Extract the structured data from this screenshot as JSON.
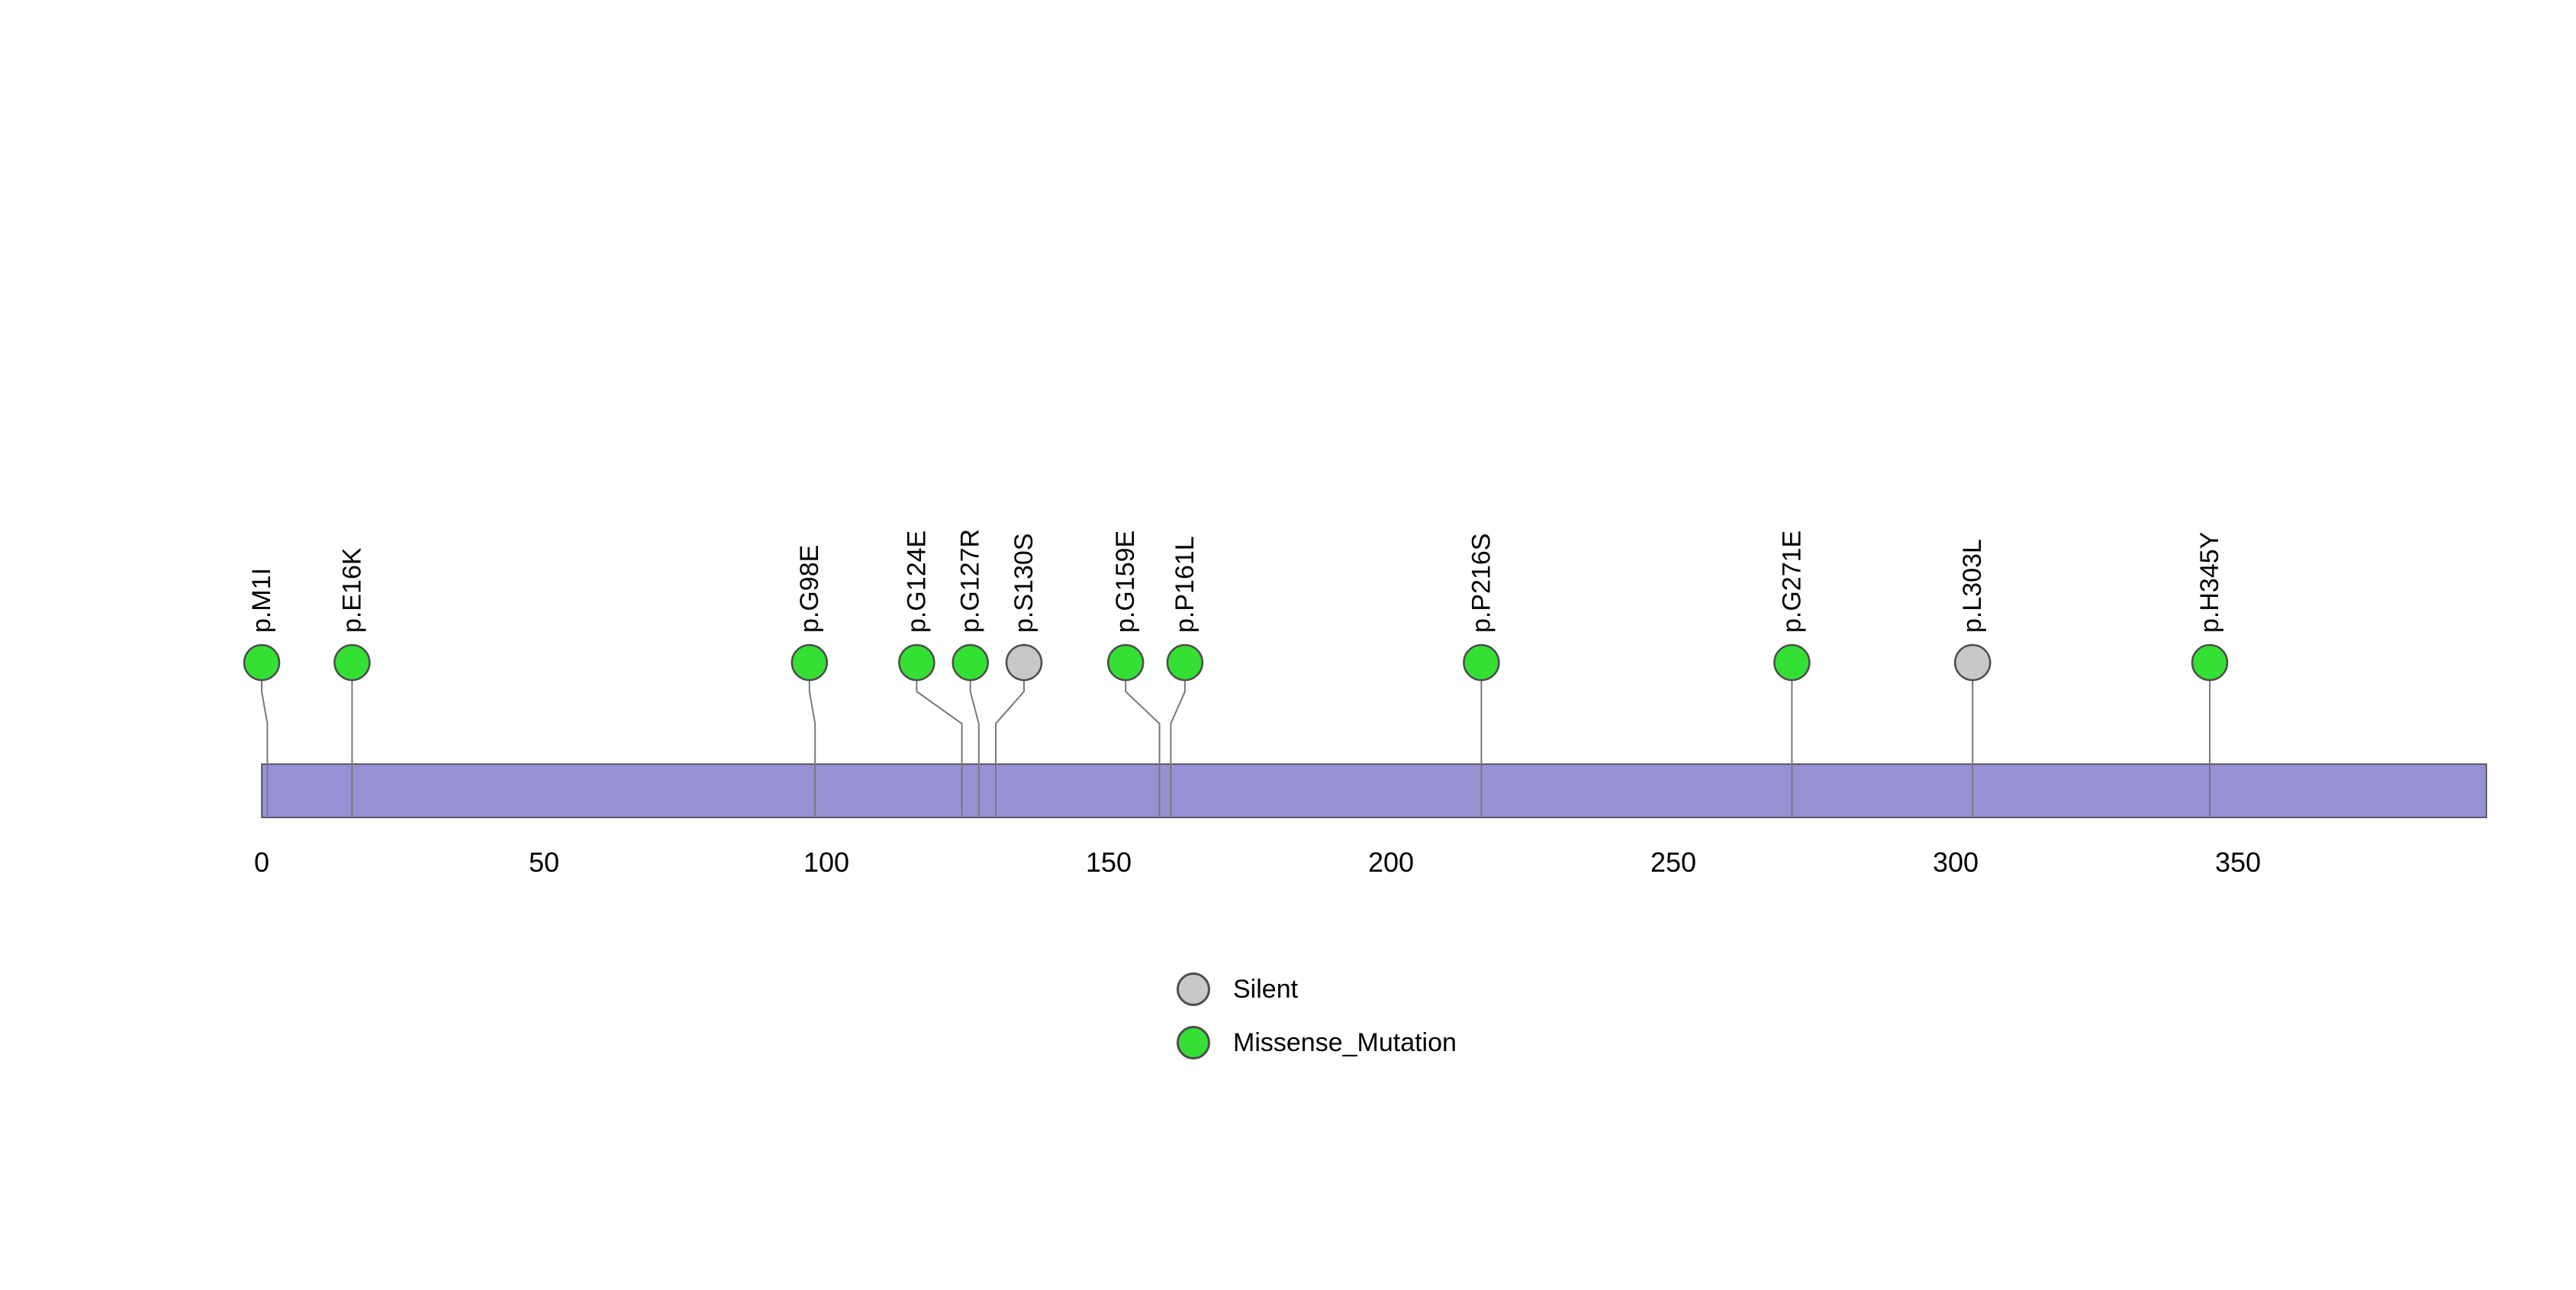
{
  "chart_data": {
    "type": "lollipop",
    "title": "",
    "protein": {
      "xlim": [
        0,
        394
      ],
      "bar_color": "#9691D3",
      "bar_border": "#3c3c3c"
    },
    "axis": {
      "ticks": [
        0,
        50,
        100,
        150,
        200,
        250,
        300,
        350
      ]
    },
    "mutation_types": {
      "Silent": "#C8C8C8",
      "Missense_Mutation": "#34E034"
    },
    "mutations": [
      {
        "label": "p.M1I",
        "position": 1,
        "display_position": 0,
        "type": "Missense_Mutation"
      },
      {
        "label": "p.E16K",
        "position": 16,
        "display_position": 16,
        "type": "Missense_Mutation"
      },
      {
        "label": "p.G98E",
        "position": 98,
        "display_position": 97,
        "type": "Missense_Mutation"
      },
      {
        "label": "p.G124E",
        "position": 124,
        "display_position": 116,
        "type": "Missense_Mutation"
      },
      {
        "label": "p.G127R",
        "position": 127,
        "display_position": 125.5,
        "type": "Missense_Mutation"
      },
      {
        "label": "p.S130S",
        "position": 130,
        "display_position": 135,
        "type": "Silent"
      },
      {
        "label": "p.G159E",
        "position": 159,
        "display_position": 153,
        "type": "Missense_Mutation"
      },
      {
        "label": "p.P161L",
        "position": 161,
        "display_position": 163.5,
        "type": "Missense_Mutation"
      },
      {
        "label": "p.P216S",
        "position": 216,
        "display_position": 216,
        "type": "Missense_Mutation"
      },
      {
        "label": "p.G271E",
        "position": 271,
        "display_position": 271,
        "type": "Missense_Mutation"
      },
      {
        "label": "p.L303L",
        "position": 303,
        "display_position": 303,
        "type": "Silent"
      },
      {
        "label": "p.H345Y",
        "position": 345,
        "display_position": 345,
        "type": "Missense_Mutation"
      }
    ],
    "legend": {
      "items": [
        {
          "label": "Silent",
          "type": "Silent"
        },
        {
          "label": "Missense_Mutation",
          "type": "Missense_Mutation"
        }
      ]
    }
  }
}
